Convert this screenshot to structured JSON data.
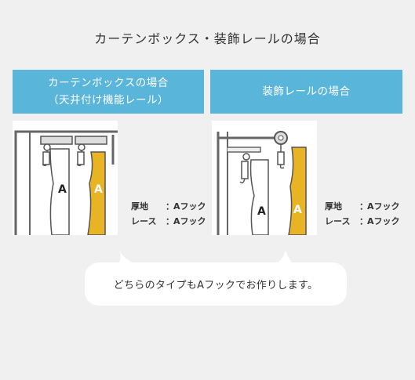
{
  "page": {
    "title": "カーテンボックス・装飾レールの場合"
  },
  "sections": [
    {
      "header_line1": "カーテンボックスの場合",
      "header_line2": "（天井付け機能レール）",
      "hook_label_back": "A",
      "hook_label_front": "A",
      "specs": [
        {
          "key": "厚地",
          "sep": "：",
          "value": "Aフック"
        },
        {
          "key": "レース",
          "sep": "：",
          "value": "Aフック"
        }
      ]
    },
    {
      "header_line1": "装飾レールの場合",
      "hook_label_back": "A",
      "hook_label_front": "A",
      "specs": [
        {
          "key": "厚地",
          "sep": "：",
          "value": "Aフック"
        },
        {
          "key": "レース",
          "sep": "：",
          "value": "Aフック"
        }
      ]
    }
  ],
  "note": {
    "text": "どちらのタイプもAフックでお作りします。"
  },
  "colors": {
    "background": "#f0f0f0",
    "header_bg": "#5ab5db",
    "lace_curtain": "#e8b423",
    "panel_bg": "#ffffff"
  }
}
